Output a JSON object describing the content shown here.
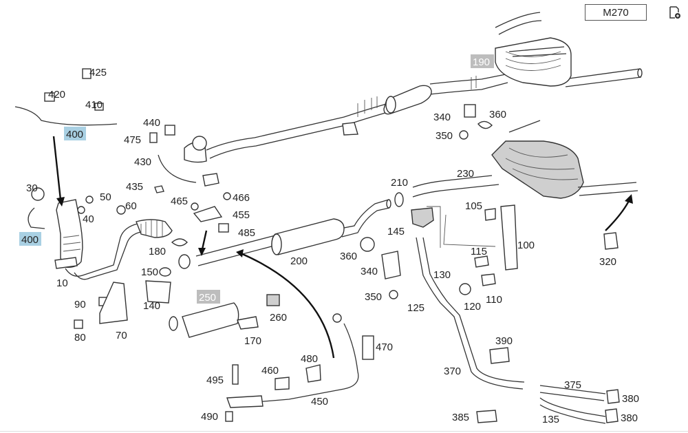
{
  "header": {
    "engine_code": "M270",
    "export_icon": "page-export-icon"
  },
  "colors": {
    "highlight_fill": "#a9d0e3",
    "grey_label_fill": "#bdbdbd",
    "line": "#333333"
  },
  "callouts": {
    "c10": "10",
    "c30": "30",
    "c40": "40",
    "c50": "50",
    "c60": "60",
    "c70": "70",
    "c80": "80",
    "c90": "90",
    "c100": "100",
    "c105": "105",
    "c110": "110",
    "c115": "115",
    "c120": "120",
    "c125": "125",
    "c130": "130",
    "c135": "135",
    "c140": "140",
    "c145": "145",
    "c150": "150",
    "c170": "170",
    "c180": "180",
    "c190": "190",
    "c200": "200",
    "c210": "210",
    "c230": "230",
    "c250": "250",
    "c260": "260",
    "c320": "320",
    "c340a": "340",
    "c340b": "340",
    "c350a": "350",
    "c350b": "350",
    "c360a": "360",
    "c360b": "360",
    "c370": "370",
    "c375": "375",
    "c380a": "380",
    "c380b": "380",
    "c385": "385",
    "c390": "390",
    "c400a": "400",
    "c400b": "400",
    "c410": "410",
    "c420": "420",
    "c425": "425",
    "c430": "430",
    "c435": "435",
    "c440": "440",
    "c450": "450",
    "c455": "455",
    "c460": "460",
    "c465": "465",
    "c466": "466",
    "c470": "470",
    "c475": "475",
    "c480": "480",
    "c485": "485",
    "c490": "490",
    "c495": "495"
  }
}
